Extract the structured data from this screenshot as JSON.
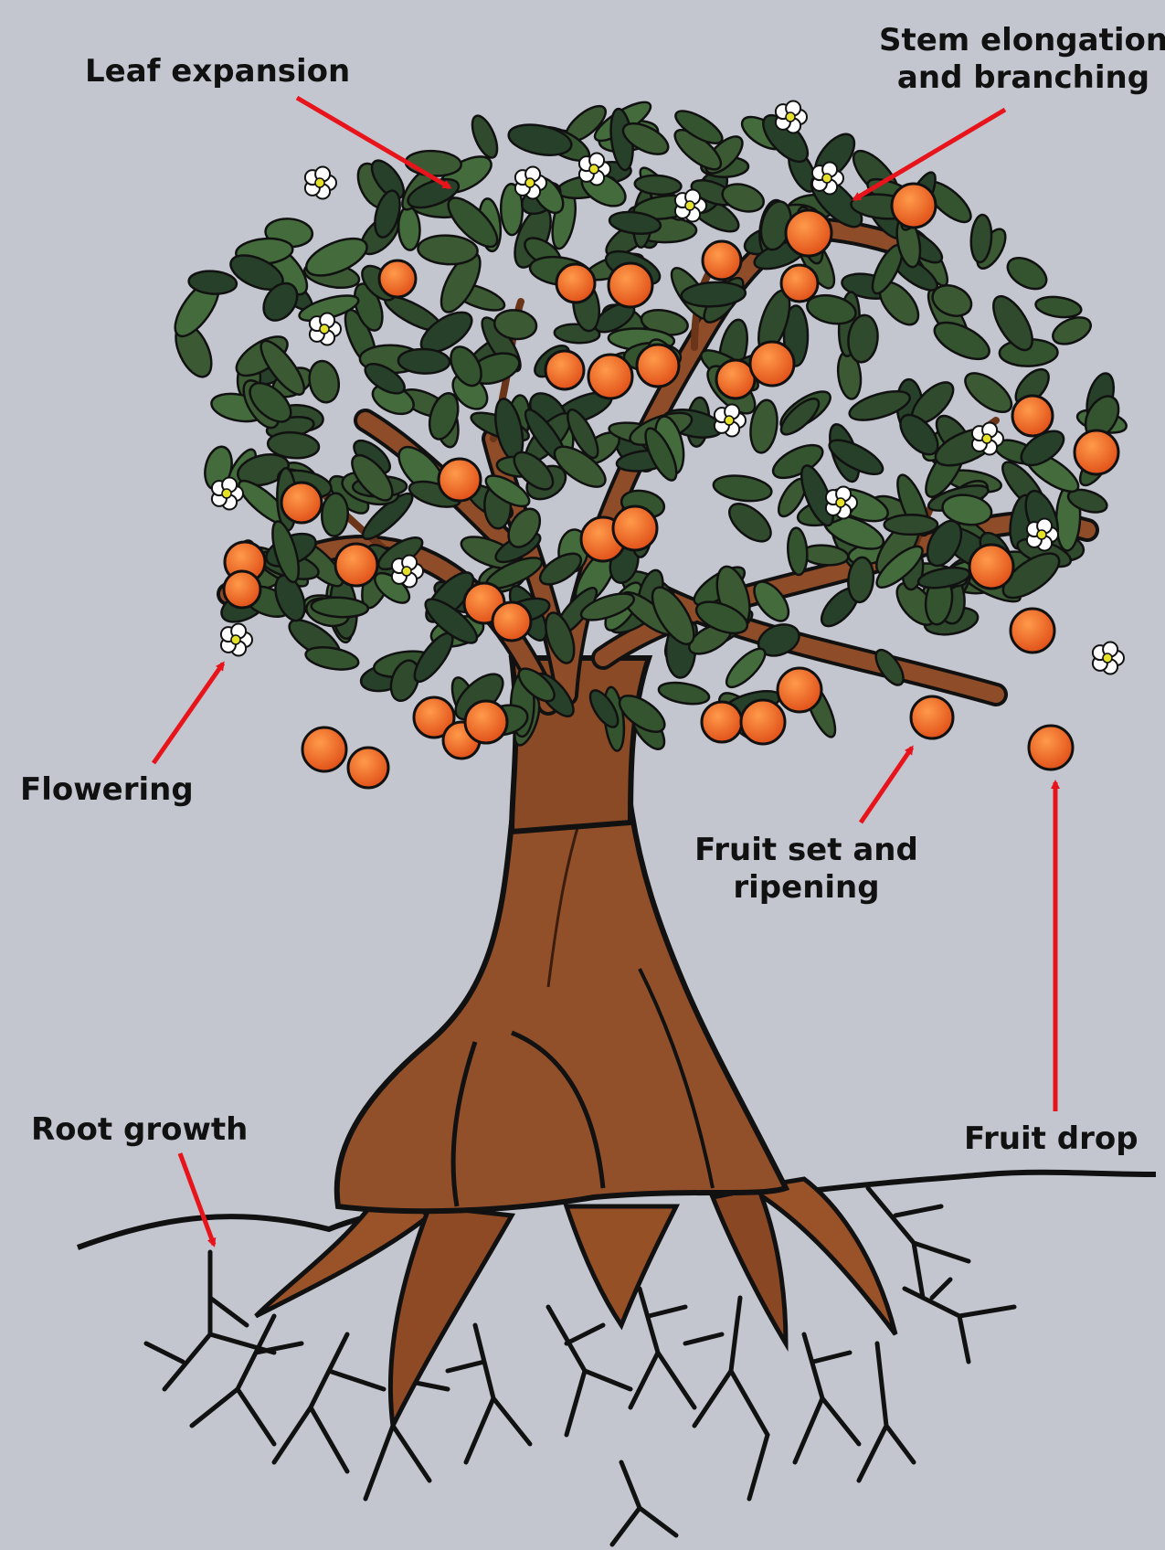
{
  "labels": {
    "leaf_expansion": "Leaf expansion",
    "stem_line1": "Stem elongation",
    "stem_line2": "and branching",
    "flowering": "Flowering",
    "fruit_set_line1": "Fruit set and",
    "fruit_set_line2": "ripening",
    "root_growth": "Root growth",
    "fruit_drop": "Fruit drop"
  },
  "colors": {
    "background": "#c3c6ce",
    "arrow": "#e8141b",
    "trunk": "#8a4a26",
    "leaf": "#2f4a2c",
    "fruit": "#f26a1b",
    "flower": "#ffffff"
  }
}
